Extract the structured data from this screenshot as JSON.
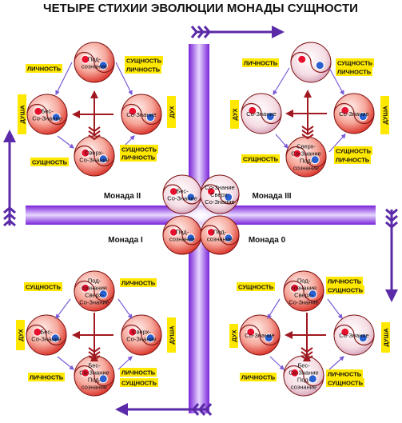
{
  "title": "ЧЕТЫРЕ СТИХИИ ЭВОЛЮЦИИ МОНАДЫ СУЩНОСТИ",
  "words": {
    "lichnost": "ЛИЧНОСТЬ",
    "sushchnost": "СУЩНОСТЬ",
    "dusha": "ДУША",
    "dukh": "ДУХ"
  },
  "sphere": {
    "pod": "Под-",
    "soznanie": "сознание",
    "bes": "Бес-",
    "co_znanie": "Со-Знание",
    "sverkh": "Сверх-"
  },
  "monads": {
    "m1": "Монада I",
    "m2": "Монада II",
    "m3": "Монада III",
    "m0": "Монада 0"
  },
  "colors": {
    "cross": "#8a2be2",
    "cross_light": "#f0e6ff",
    "arrow": "#5a2aa8",
    "sphere_red": "#e8382e",
    "sphere_pale": "#fbd6d0",
    "dot_red": "#e8112d",
    "dot_blue": "#2a5fd0",
    "label_bg": "#ffe800",
    "center_arrow": "#a01820"
  }
}
